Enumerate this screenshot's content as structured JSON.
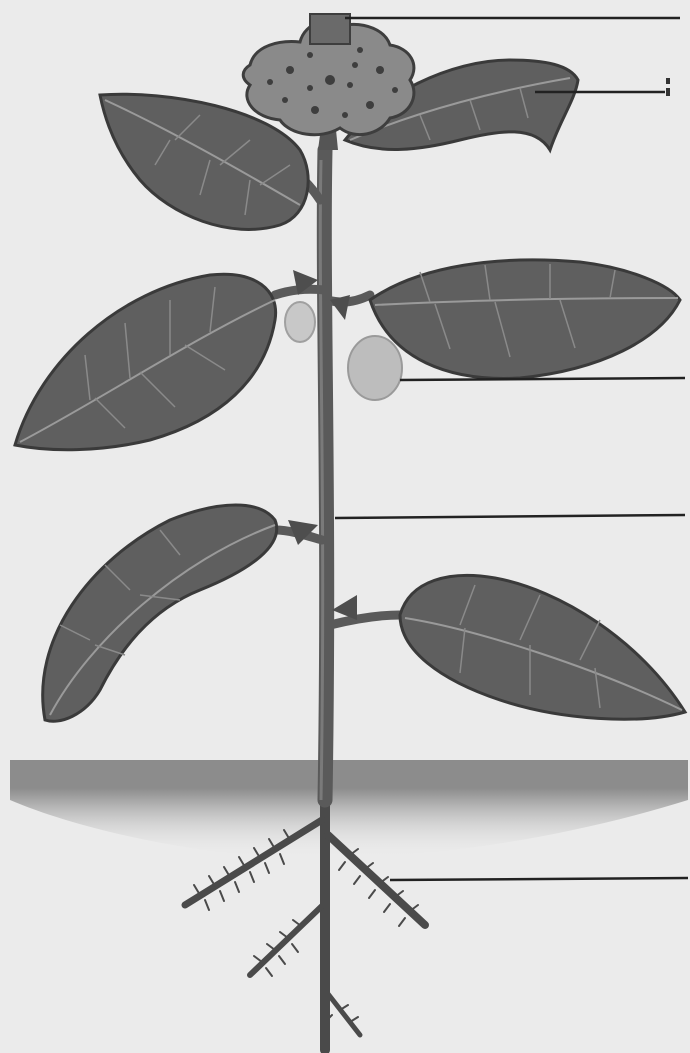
{
  "diagram": {
    "subject": "plant-structure",
    "parts": [
      {
        "id": "flower",
        "icon": "flower-icon"
      },
      {
        "id": "leaf",
        "icon": "leaf-icon"
      },
      {
        "id": "fruit",
        "icon": "fruit-icon"
      },
      {
        "id": "stem",
        "icon": "stem-icon"
      },
      {
        "id": "root",
        "icon": "root-icon"
      }
    ]
  },
  "colors": {
    "background": "#ebebeb",
    "leaf_fill": "#5f5f5f",
    "leaf_edge": "#3a3a3a",
    "leaf_vein": "#9a9a9a",
    "stem": "#5a5a5a",
    "fruit": "#bdbdbd",
    "flower": "#8a8a8a",
    "ground": "#8c8c8c",
    "label_line": "#222222"
  }
}
